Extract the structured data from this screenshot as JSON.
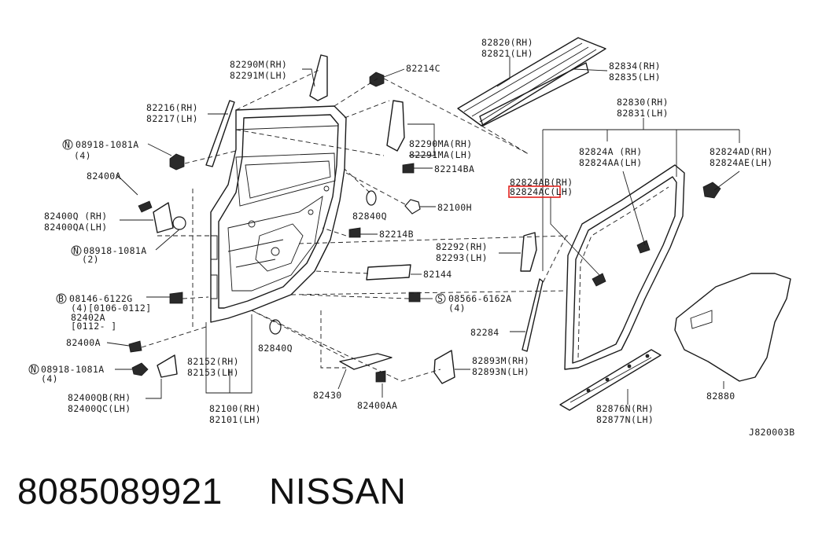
{
  "diagram_code": "J820003B",
  "highlight_color": "#e0201c",
  "footer": {
    "part_number": "8085089921",
    "brand": "NISSAN"
  },
  "labels": {
    "l82820": "82820(RH)",
    "l82821": "82821(LH)",
    "l82834": "82834(RH)",
    "l82835": "82835(LH)",
    "l82290m": "82290M(RH)",
    "l82291m": "82291M(LH)",
    "l82214c": "82214C",
    "l82830": "82830(RH)",
    "l82831": "82831(LH)",
    "l82216": "82216(RH)",
    "l82217": "82217(LH)",
    "l82290ma": "82290MA(RH)",
    "l82291ma": "82291MA(LH)",
    "l82824a": "82824A (RH)",
    "l82824aa": "82824AA(LH)",
    "l82824ad": "82824AD(RH)",
    "l82824ae": "82824AE(LH)",
    "ln08918a": "08918-1081A",
    "ln08918a_q": "(4)",
    "l82214ba": "82214BA",
    "l82824ab": "82824AB(RH)",
    "l82824ac": "82824AC(LH)",
    "l82400a1": "82400A",
    "l82840q1": "82840Q",
    "l82100h": "82100H",
    "l82400q": "82400Q (RH)",
    "l82400qa": "82400QA(LH)",
    "l82214b": "82214B",
    "ln08918b": "08918-1081A",
    "ln08918b_q": "(2)",
    "l82292": "82292(RH)",
    "l82293": "82293(LH)",
    "l82144": "82144",
    "lb08146": "08146-6122G",
    "lb08146_q": "(4)[0106-0112]",
    "l82402a": "82402A",
    "l82402a_d": "[0112-      ]",
    "ls08566": "08566-6162A",
    "ls08566_q": "(4)",
    "l82284": "82284",
    "l82400a2": "82400A",
    "l82840q2": "82840Q",
    "ln08918c": "08918-1081A",
    "ln08918c_q": "(4)",
    "l82152": "82152(RH)",
    "l82153": "82153(LH)",
    "l82893m": "82893M(RH)",
    "l82893n": "82893N(LH)",
    "l82880": "82880",
    "l82400qb": "82400QB(RH)",
    "l82400qc": "82400QC(LH)",
    "l82430": "82430",
    "l82400aa": "82400AA",
    "l82876n": "82876N(RH)",
    "l82877n": "82877N(LH)",
    "l82100": "82100(RH)",
    "l82101": "82101(LH)"
  }
}
